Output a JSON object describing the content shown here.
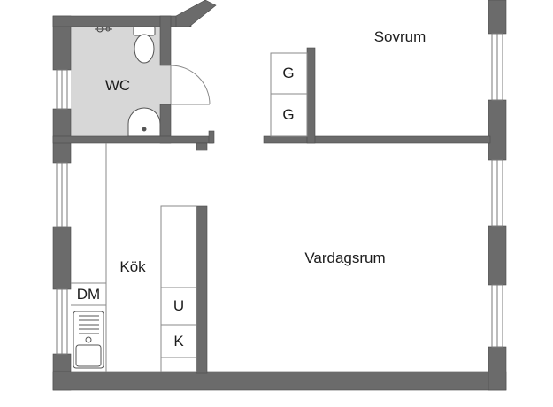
{
  "rooms": {
    "bedroom": "Sovrum",
    "wc": "WC",
    "kitchen": "Kök",
    "living": "Vardagsrum"
  },
  "fixtures": {
    "wardrobe_top": "G",
    "wardrobe_bottom": "G",
    "dishwasher": "DM",
    "fridge": "U",
    "freezer": "K"
  },
  "colors": {
    "wall": "#6b6b6b",
    "wall_edge": "#4a4a4a",
    "wc_floor": "#d7d7d7",
    "line": "#8a8a8a"
  }
}
